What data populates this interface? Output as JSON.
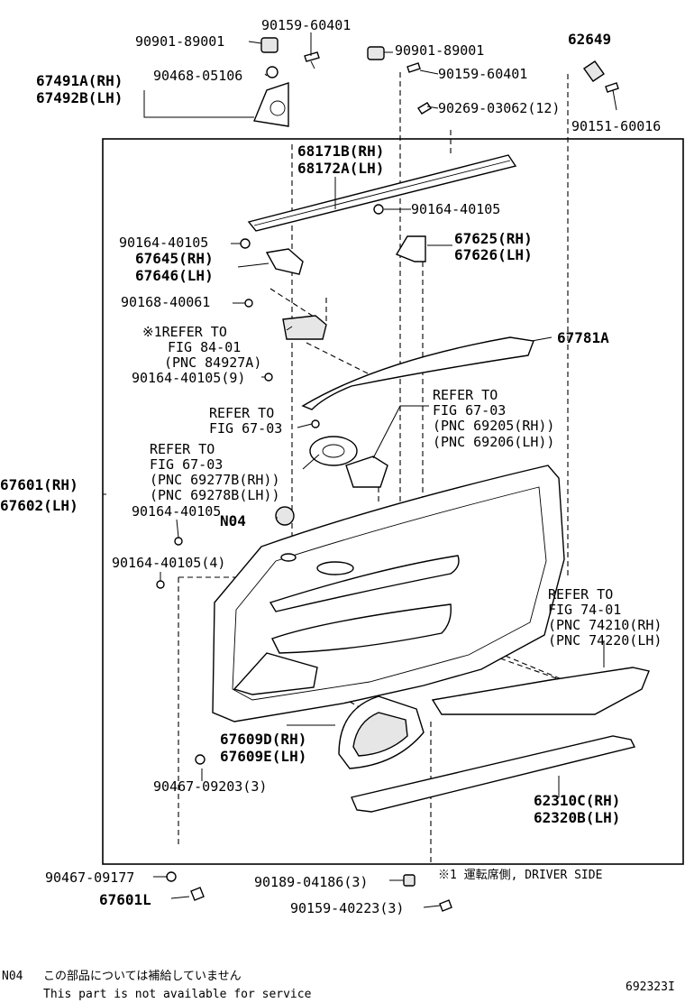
{
  "labels": {
    "p90159_60401_a": "90159-60401",
    "p90901_89001_a": "90901-89001",
    "p90901_89001_b": "90901-89001",
    "p62649": "62649",
    "p67491A": "67491A(RH)",
    "p67492B": "67492B(LH)",
    "p90468_05106": "90468-05106",
    "p90159_60401_b": "90159-60401",
    "p90269_03062": "90269-03062(12)",
    "p90151_60016": "90151-60016",
    "p68171B": "68171B(RH)",
    "p68172A": "68172A(LH)",
    "p90164_40105_a": "90164-40105",
    "p90164_40105_b": "90164-40105",
    "p67625": "67625(RH)",
    "p67626": "67626(LH)",
    "p67645": "67645(RH)",
    "p67646": "67646(LH)",
    "p90168_40061": "90168-40061",
    "refer1_l1": "※1REFER TO",
    "refer1_l2": "FIG 84-01",
    "refer1_l3": "(PNC 84927A)",
    "p67781A": "67781A",
    "p90164_40105_9": "90164-40105(9)",
    "refer2_l1": "REFER TO",
    "refer2_l2": "FIG 67-03",
    "refer3_l1": "REFER TO",
    "refer3_l2": "FIG 67-03",
    "refer3_l3": "(PNC 69205(RH))",
    "refer3_l4": "(PNC 69206(LH))",
    "refer4_l1": "REFER TO",
    "refer4_l2": "FIG 67-03",
    "refer4_l3": "(PNC 69277B(RH))",
    "refer4_l4": "(PNC 69278B(LH))",
    "p67601": "67601(RH)",
    "p67602": "67602(LH)",
    "p90164_40105_c": "90164-40105",
    "n04": "N04",
    "p90164_40105_4": "90164-40105(4)",
    "refer5_l1": "REFER TO",
    "refer5_l2": "FIG 74-01",
    "refer5_l3": "(PNC 74210(RH)",
    "refer5_l4": "(PNC 74220(LH)",
    "p67609D": "67609D(RH)",
    "p67609E": "67609E(LH)",
    "p90467_09203": "90467-09203(3)",
    "p62310C": "62310C(RH)",
    "p62320B": "62320B(LH)",
    "p90467_09177": "90467-09177",
    "p67601L": "67601L",
    "p90189_04186": "90189-04186(3)",
    "p90159_40223": "90159-40223(3)",
    "driver_side": "※1  運転席側, DRIVER SIDE"
  },
  "footer": {
    "code": "N04",
    "jp": "この部品については補給していません",
    "en": "This part is not available for service",
    "fig_id": "692323I"
  }
}
